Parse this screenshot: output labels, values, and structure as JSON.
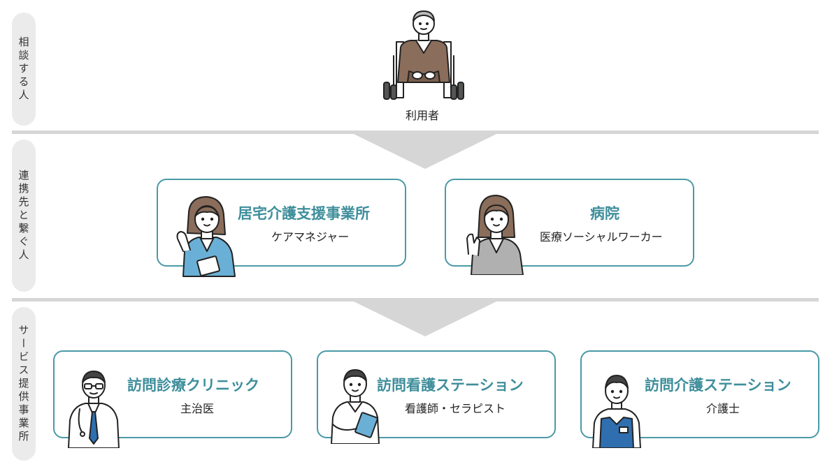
{
  "side_labels": {
    "top": "相談する人",
    "middle": "連携先と繋ぐ人",
    "bottom": "サービス提供事業所"
  },
  "user": {
    "label": "利用者"
  },
  "middle_cards": [
    {
      "title": "居宅介護支援事業所",
      "subtitle": "ケアマネジャー"
    },
    {
      "title": "病院",
      "subtitle": "医療ソーシャルワーカー"
    }
  ],
  "bottom_cards": [
    {
      "title": "訪問診療クリニック",
      "subtitle": "主治医"
    },
    {
      "title": "訪問看護ステーション",
      "subtitle": "看護師・セラピスト"
    },
    {
      "title": "訪問介護ステーション",
      "subtitle": "介護士"
    }
  ],
  "colors": {
    "accent": "#3e8e9b",
    "border": "#4a9aa6",
    "pill": "#ebebeb",
    "divider": "#d6d6d6"
  }
}
